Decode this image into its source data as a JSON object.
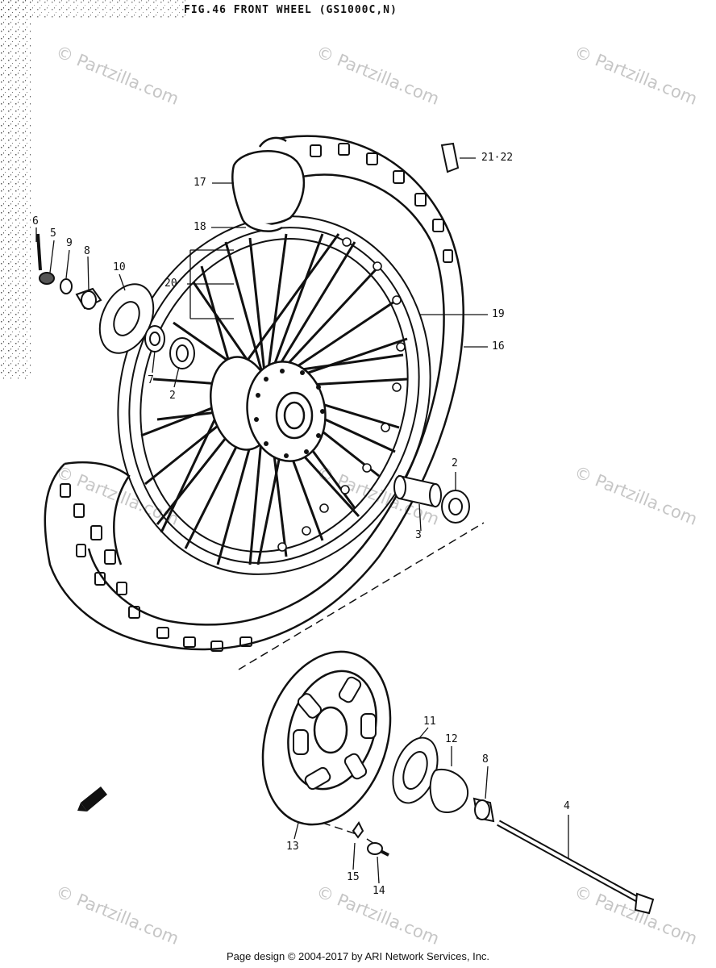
{
  "title": "FIG.46 FRONT WHEEL (GS1000C,N)",
  "watermark": "© Partzilla.com",
  "footer": "Page design © 2004-2017 by ARI Network Services, Inc.",
  "callouts": {
    "c_21_22": "21·22",
    "c_17": "17",
    "c_18": "18",
    "c_6": "6",
    "c_5": "5",
    "c_9": "9",
    "c_8a": "8",
    "c_10": "10",
    "c_20": "20",
    "c_19": "19",
    "c_16": "16",
    "c_7": "7",
    "c_2a": "2",
    "c_2b": "2",
    "c_3": "3",
    "c_11": "11",
    "c_12": "12",
    "c_8b": "8",
    "c_4": "4",
    "c_13": "13",
    "c_15": "15",
    "c_14": "14"
  }
}
